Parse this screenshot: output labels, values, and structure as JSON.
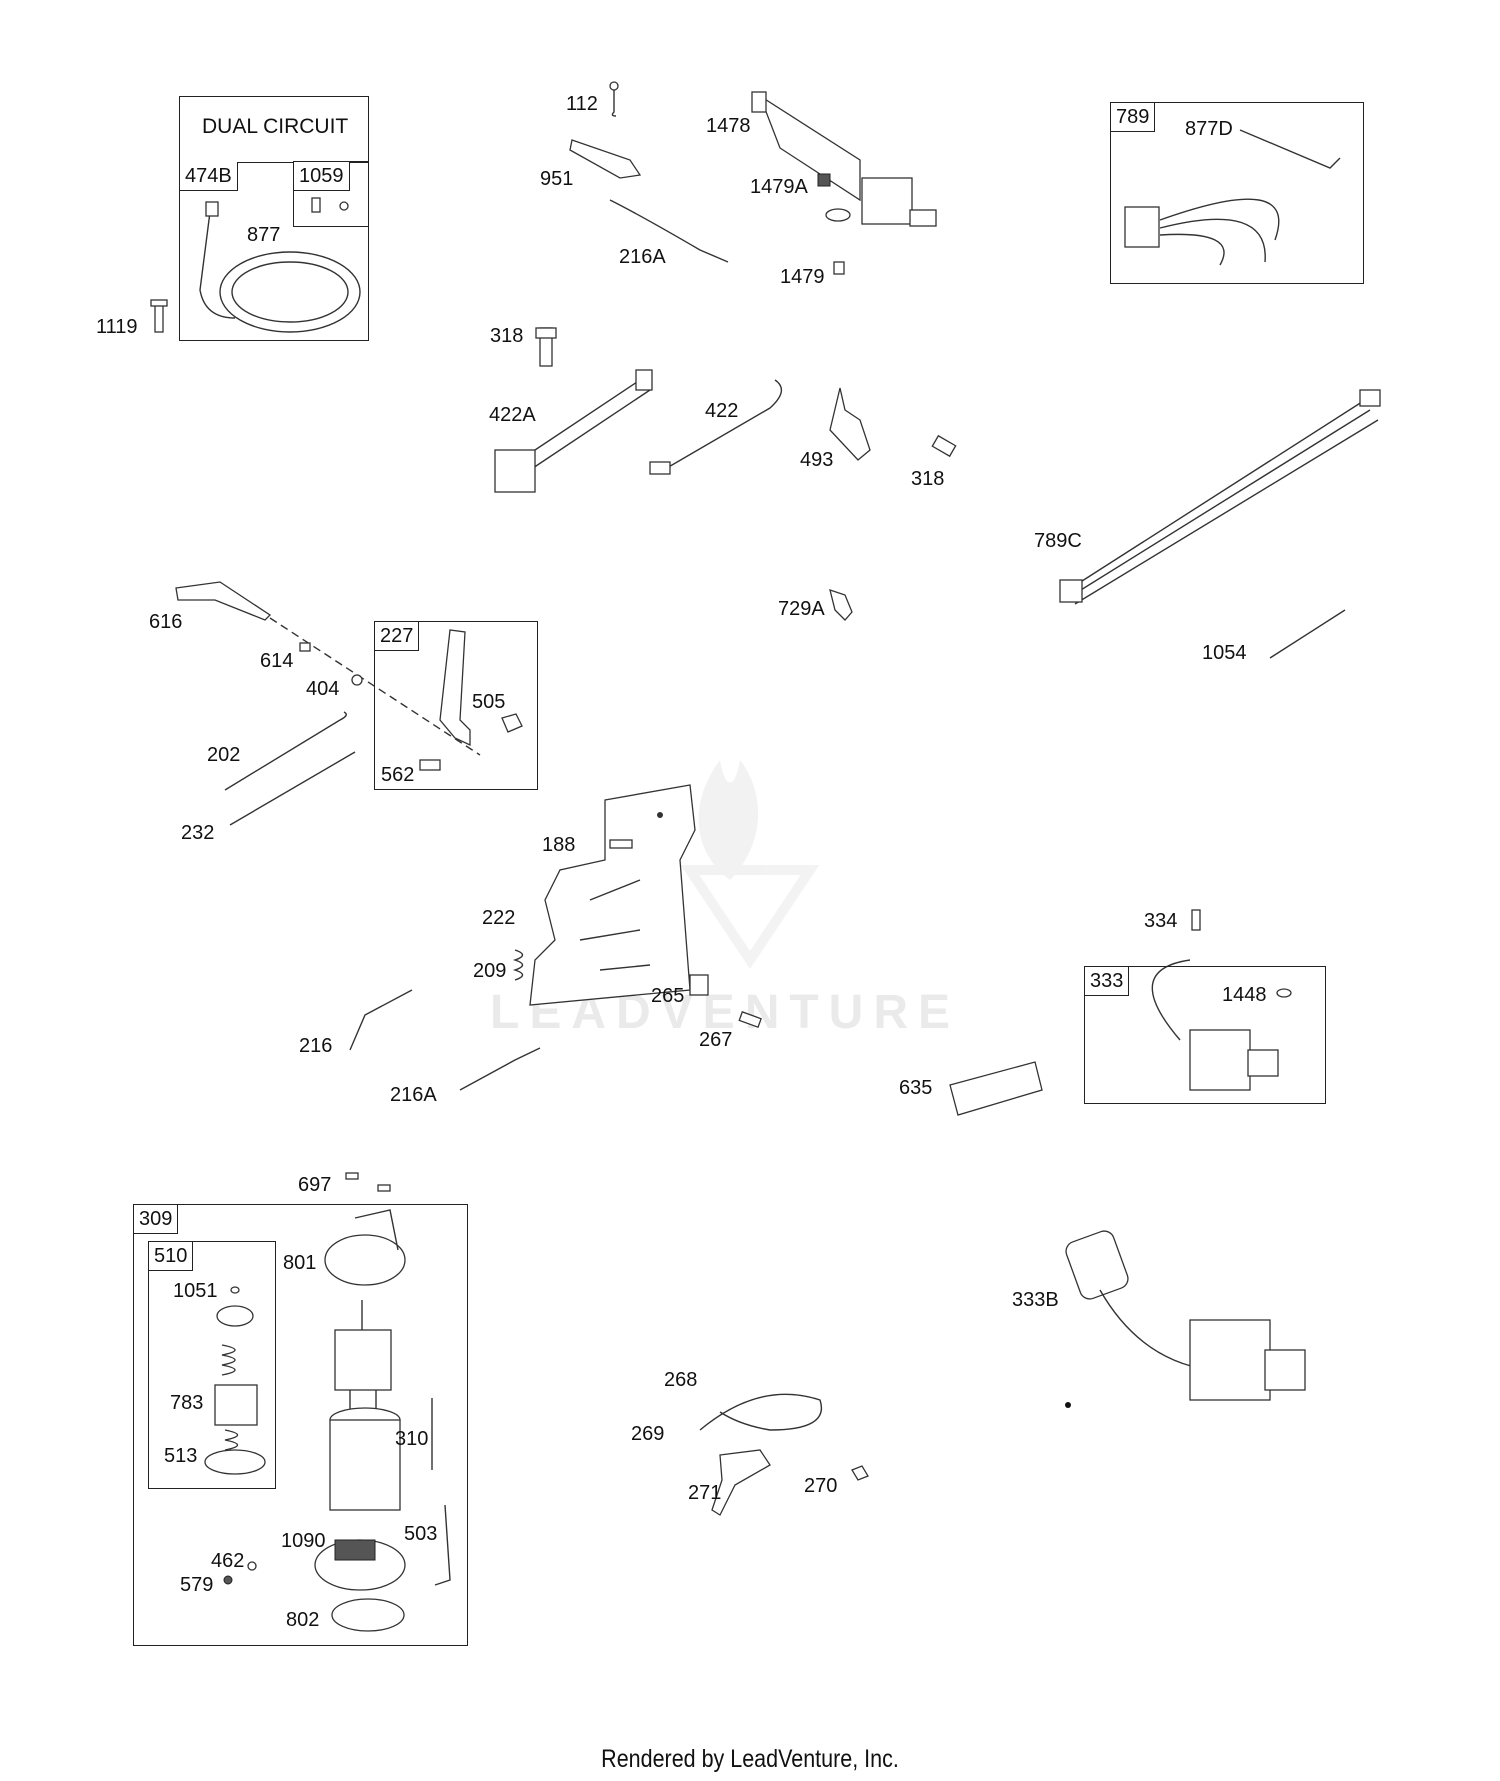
{
  "footer": "Rendered by LeadVenture, Inc.",
  "watermark": "LEADVENTURE",
  "boxes": {
    "dual_circuit": {
      "header": "DUAL CIRCUIT",
      "tag_left": "474B",
      "tag_right": "1059"
    },
    "b789": {
      "tag": "789"
    },
    "b227": {
      "tag": "227"
    },
    "b333": {
      "tag": "333"
    },
    "b309": {
      "tag": "309"
    },
    "b510": {
      "tag": "510"
    }
  },
  "labels": {
    "l877": "877",
    "l1119": "1119",
    "l112": "112",
    "l1478": "1478",
    "l951": "951",
    "l1479A": "1479A",
    "l216A_top": "216A",
    "l1479": "1479",
    "l877D": "877D",
    "l318_top": "318",
    "l422A": "422A",
    "l422": "422",
    "l493": "493",
    "l318_mid": "318",
    "l789C": "789C",
    "l1054": "1054",
    "l729A": "729A",
    "l616": "616",
    "l614": "614",
    "l404": "404",
    "l505": "505",
    "l202": "202",
    "l562": "562",
    "l232": "232",
    "l188": "188",
    "l222": "222",
    "l209": "209",
    "l265": "265",
    "l267": "267",
    "l216": "216",
    "l216A_bot": "216A",
    "l334": "334",
    "l1448": "1448",
    "l635": "635",
    "l697": "697",
    "l801": "801",
    "l1051": "1051",
    "l783": "783",
    "l513": "513",
    "l310": "310",
    "l503": "503",
    "l1090": "1090",
    "l462": "462",
    "l579": "579",
    "l802": "802",
    "l333B": "333B",
    "l268": "268",
    "l269": "269",
    "l271": "271",
    "l270": "270"
  }
}
